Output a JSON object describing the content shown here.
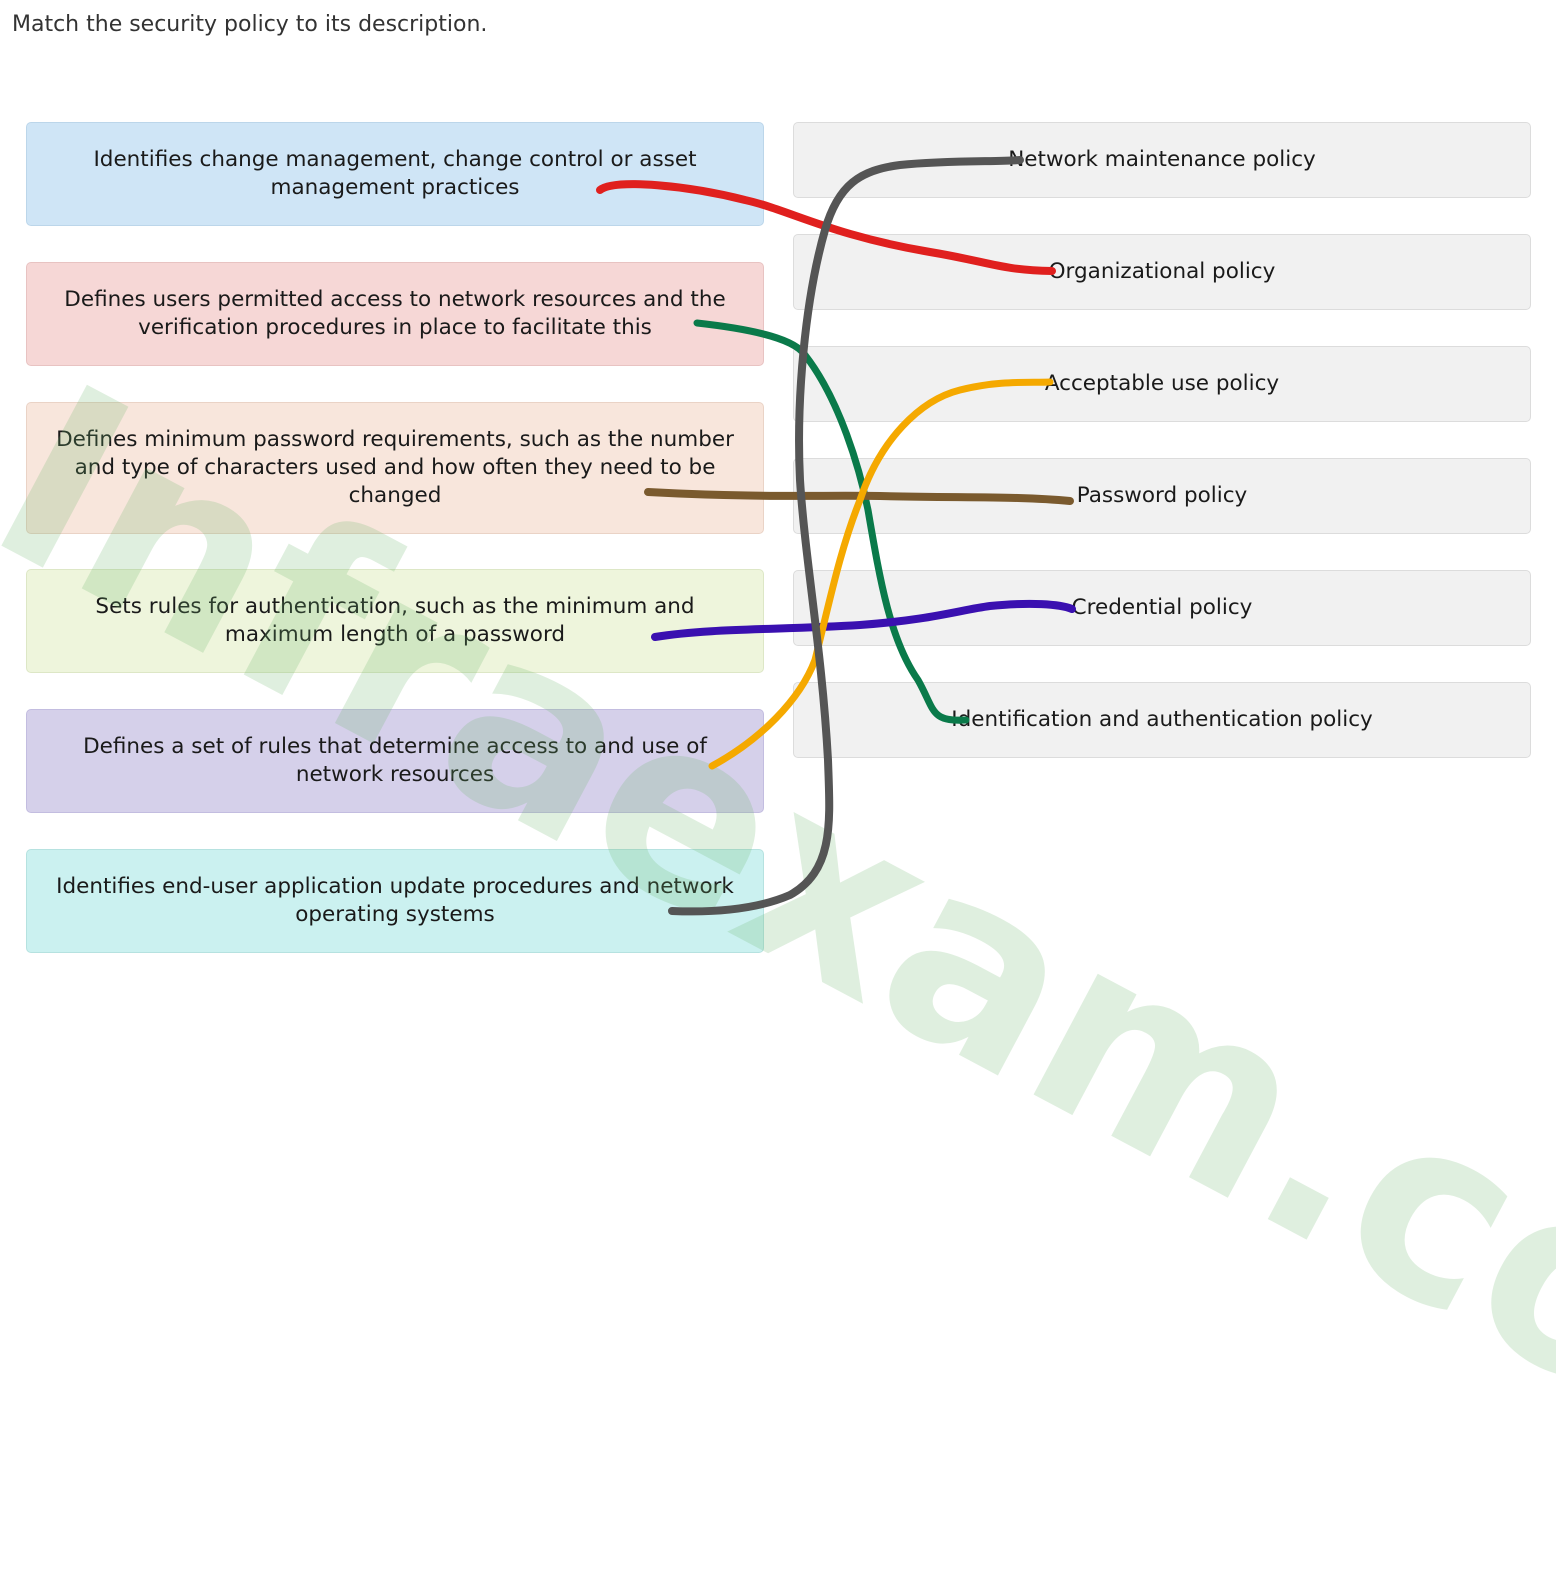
{
  "question": {
    "prompt": "Match the security policy to its description."
  },
  "descriptions": [
    {
      "text": "Identifies change management, change control or asset management practices"
    },
    {
      "text": "Defines users permitted access to network resources and the verification procedures in place to facilitate this"
    },
    {
      "text": "Defines minimum password requirements, such as the number and type of characters used and how often they need to be changed"
    },
    {
      "text": "Sets rules for authentication, such as the minimum and maximum length of a password"
    },
    {
      "text": "Defines a set of rules that determine access to and use of network resources"
    },
    {
      "text": "Identifies end-user application update procedures and network operating systems"
    }
  ],
  "policies": [
    {
      "label": "Network maintenance policy"
    },
    {
      "label": "Organizational policy"
    },
    {
      "label": "Acceptable use policy"
    },
    {
      "label": "Password policy"
    },
    {
      "label": "Credential policy"
    },
    {
      "label": "Identification and authentication policy"
    }
  ],
  "connections": [
    {
      "from_description": 0,
      "to_policy": 1,
      "color": "#e0201e"
    },
    {
      "from_description": 1,
      "to_policy": 5,
      "color": "#0a7a4a"
    },
    {
      "from_description": 2,
      "to_policy": 3,
      "color": "#7a5a2e"
    },
    {
      "from_description": 3,
      "to_policy": 4,
      "color": "#3a10b0"
    },
    {
      "from_description": 4,
      "to_policy": 2,
      "color": "#f5a900"
    },
    {
      "from_description": 5,
      "to_policy": 0,
      "color": "#555555"
    }
  ],
  "watermark": "Infraexam.com"
}
